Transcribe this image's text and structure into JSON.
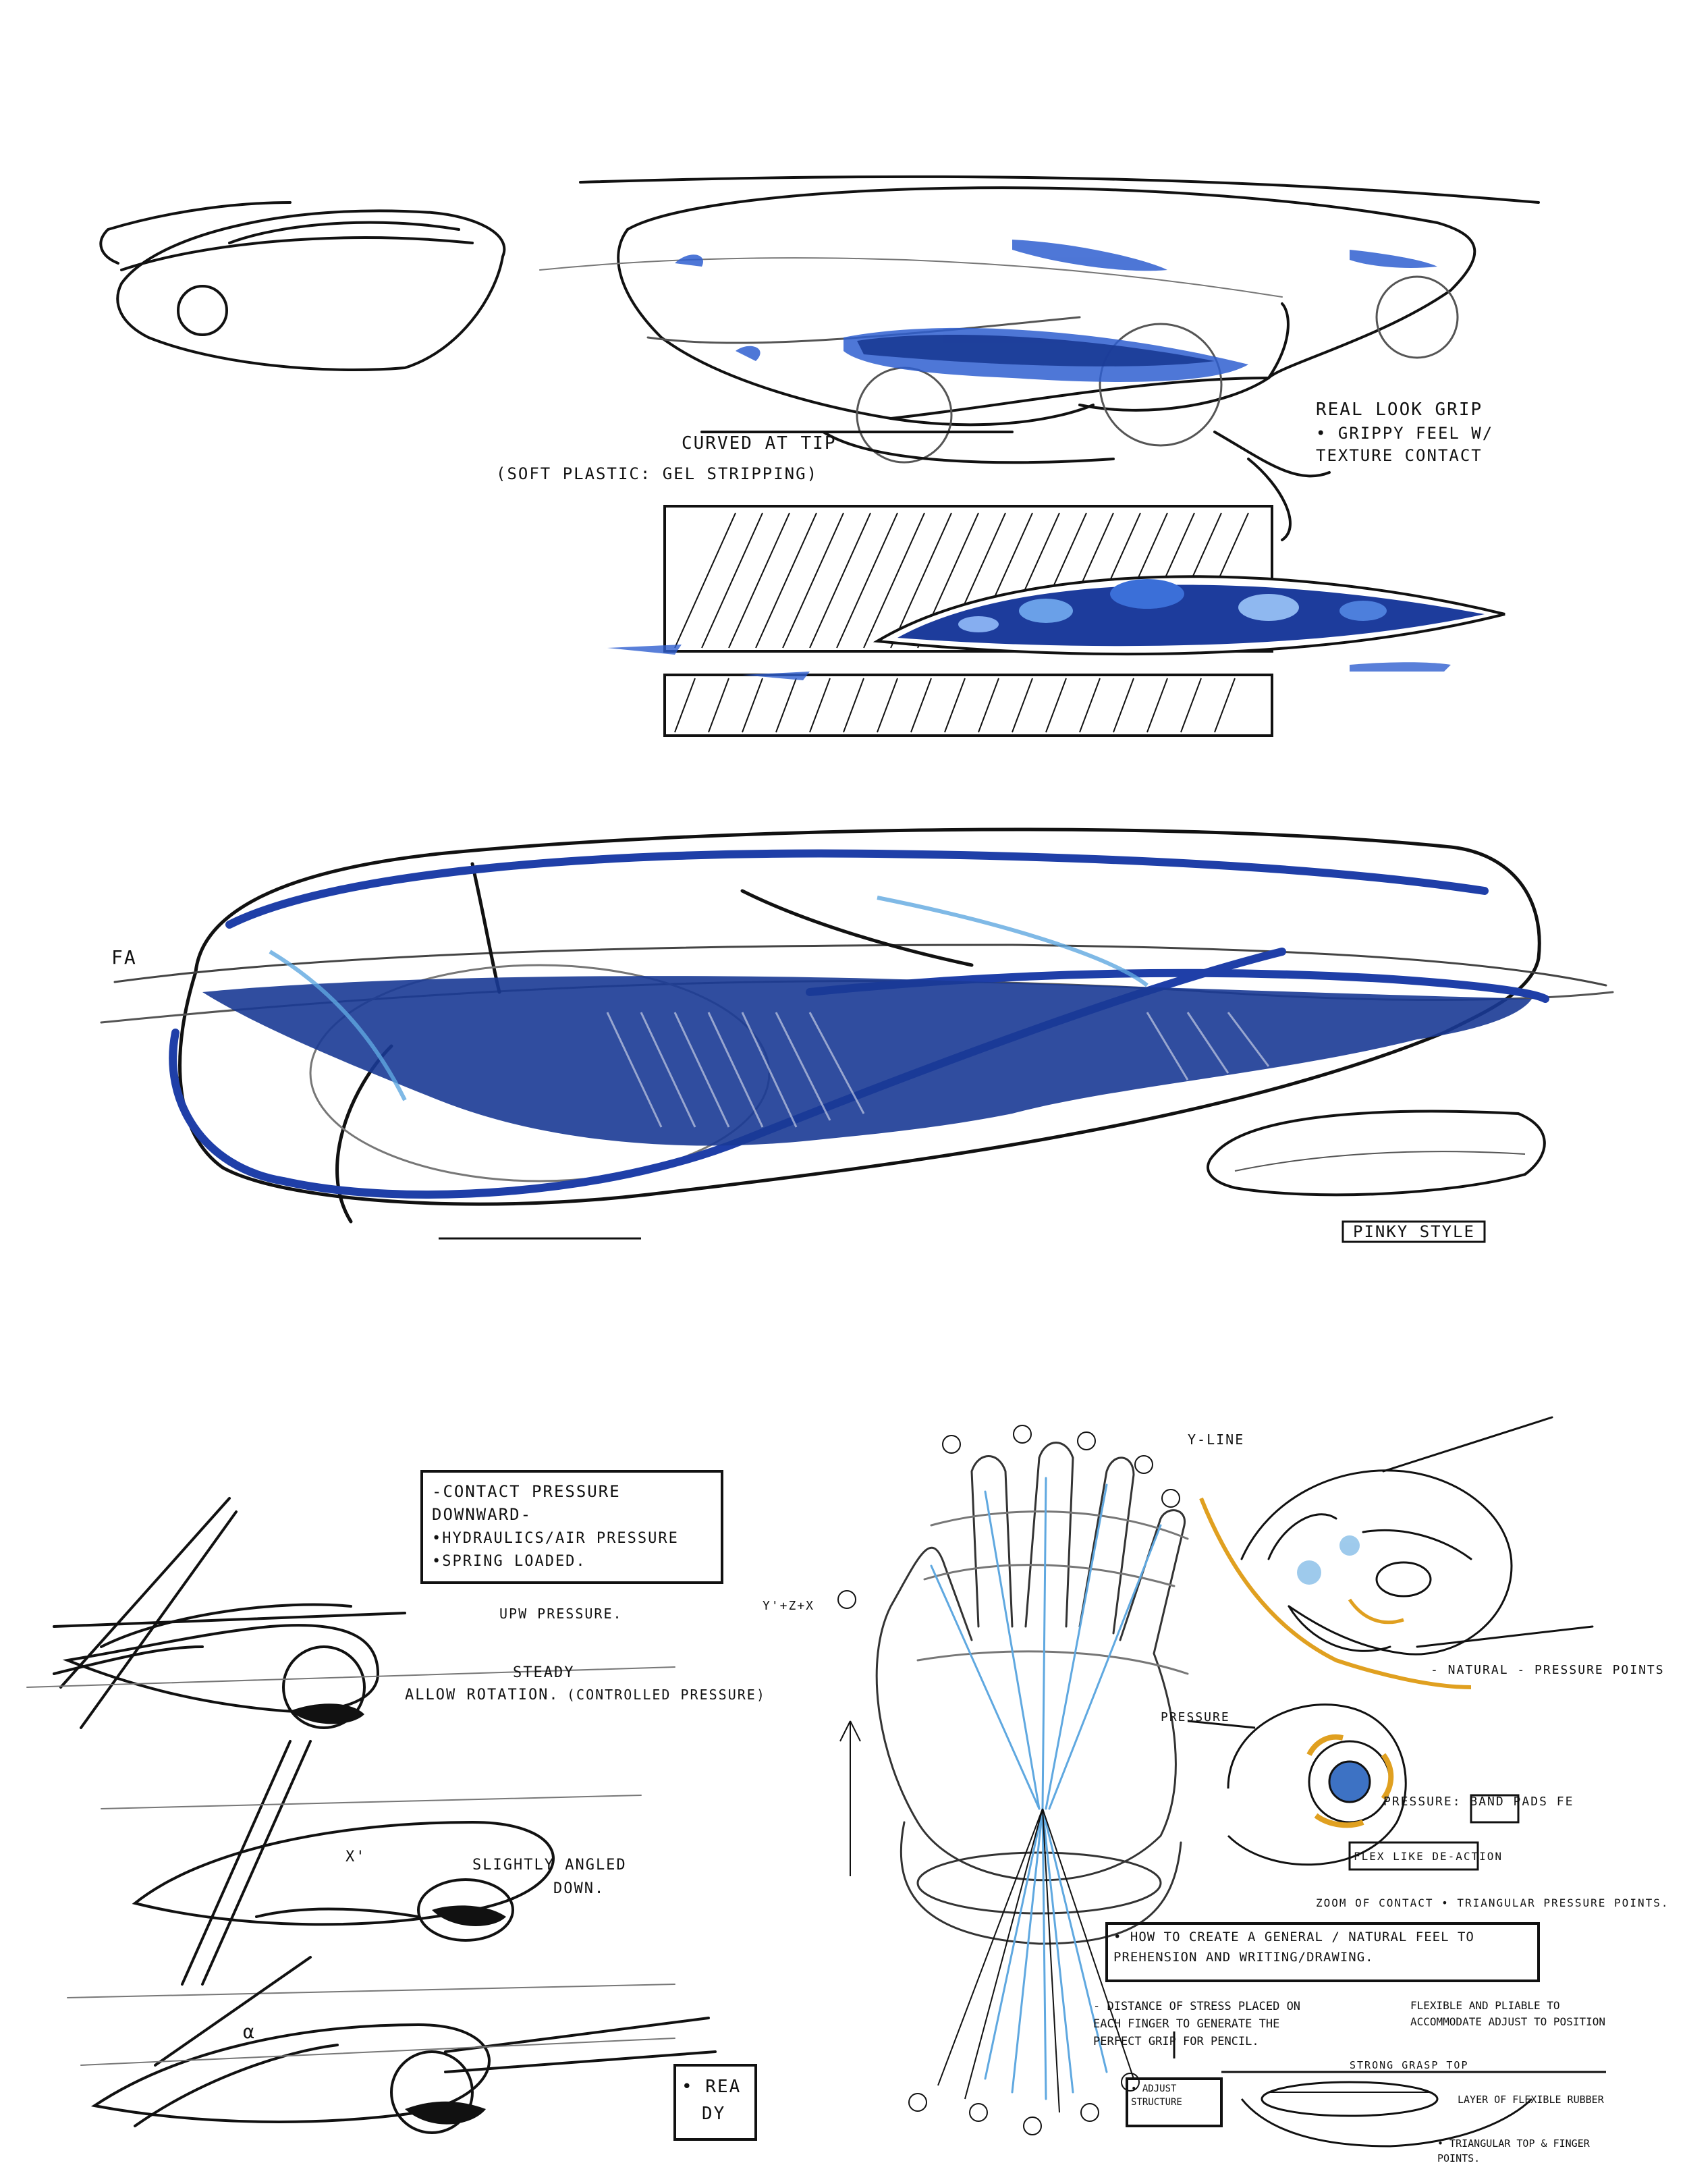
{
  "colors": {
    "ink": "#111111",
    "pencil": "#6f6f6f",
    "marker_blue": "#1f3fa8",
    "light_blue": "#5fa8e0",
    "orange": "#e0a020",
    "paper": "#ffffff"
  },
  "top_sketch": {
    "labels": [
      "REAL LOOK GRIP",
      "• GRIPPY FEEL W/",
      "  TEXTURE CONTACT",
      "CURVED AT TIP",
      "(SOFT PLASTIC: GEL STRIPPING)"
    ]
  },
  "middle_sketch": {
    "label_left": "FA",
    "label_pinky": "PINKY STYLE"
  },
  "bottom_left_sketch": {
    "note_lines": [
      "-CONTACT PRESSURE",
      " DOWNWARD-",
      " •HYDRAULICS/AIR PRESSURE",
      " •SPRING LOADED."
    ],
    "label_pressure": "UPW PRESSURE.",
    "label_steady_1": "STEADY",
    "label_steady_2": "ALLOW ROTATION.",
    "label_controlled": "(CONTROLLED PRESSURE)",
    "label_x": "X'",
    "label_angled_1": "SLIGHTLY ANGLED",
    "label_angled_2": "DOWN.",
    "label_alpha": "α",
    "label_partial_1": "• REA",
    "label_partial_2": "DY"
  },
  "bottom_right_sketch": {
    "label_yline": "Y-LINE",
    "label_natural": "- NATURAL - PRESSURE POINTS",
    "label_pressure": "PRESSURE",
    "label_pressure_pads": "PRESSURE: BAND PADS FE",
    "label_flex": "FLEX LIKE DE-ACTION",
    "label_yz": "Y'+Z+X",
    "label_zoom": "ZOOM OF CONTACT • TRIANGULAR PRESSURE POINTS.",
    "note_box_1": "• HOW TO CREATE A GENERAL / NATURAL FEEL TO PREHENSION AND WRITING/DRAWING.",
    "note_distance": "- DISTANCE OF STRESS PLACED ON EACH FINGER TO GENERATE THE PERFECT GRIP FOR PENCIL.",
    "note_flexible": "FLEXIBLE AND PLIABLE TO ACCOMMODATE ADJUST TO POSITION",
    "note_adjust": "• ADJUST STRUCTURE",
    "note_strong": "STRONG GRASP TOP",
    "note_layer": "LAYER OF FLEXIBLE RUBBER",
    "note_triangular": "• TRIANGULAR TOP & FINGER POINTS."
  }
}
